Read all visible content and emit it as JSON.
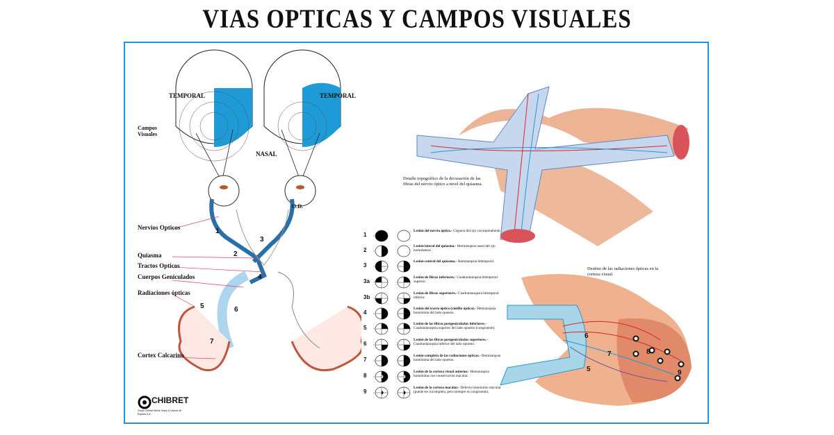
{
  "title": "VIAS OPTICAS Y CAMPOS VISUALES",
  "left_diagram": {
    "temporal_left": "TEMPORAL",
    "temporal_right": "TEMPORAL",
    "nasal": "NASAL",
    "campos": "Campos Visuales",
    "od": "O.D.",
    "labels": [
      "Nervios Opticos",
      "Quiasma",
      "Tractos Opticos",
      "Cuerpos Geniculados",
      "Radiaciones ópticas",
      "Cortex Calcarino"
    ],
    "numbers": [
      "1",
      "2",
      "3",
      "4",
      "5",
      "6",
      "7"
    ]
  },
  "chiasm_caption": "Detalle topográfico de la decusación de las fibras del nervio óptico a nivel del quiasma.",
  "radiation_caption": "Destino de las radiaciones ópticas en la corteza visual.",
  "radiation_numbers": [
    "6",
    "7",
    "5",
    "8",
    "9"
  ],
  "lesions": [
    {
      "n": "1",
      "title": "Lesión del nervio óptico.-",
      "desc": "Ceguera del ojo correspondiente."
    },
    {
      "n": "2",
      "title": "Lesión lateral del quiasma.-",
      "desc": "Hemianopsia nasal del ojo homolateral."
    },
    {
      "n": "3",
      "title": "Lesión central del quiasma.-",
      "desc": "Hemianopsia bitemporal."
    },
    {
      "n": "3a",
      "title": "Lesión de fibras inferiores.-",
      "desc": "Cuadrantanopsia bitemporal superior."
    },
    {
      "n": "3b",
      "title": "Lesión de fibras superiores.-",
      "desc": "Cuadrantanopsia bitemporal inferior."
    },
    {
      "n": "4",
      "title": "Lesión del tracto óptico (cintilla óptica).-",
      "desc": "Hemianopsia homónima del lado opuesto."
    },
    {
      "n": "5",
      "title": "Lesión de las fibras postgeniculadas inferiores.-",
      "desc": "Cuadrantanopsia superior del lado opuesto (congruente)."
    },
    {
      "n": "6",
      "title": "Lesión de las fibras postgeniculadas superiores.-",
      "desc": "Cuadrantanopsia inferior del lado opuesto."
    },
    {
      "n": "7",
      "title": "Lesión completa de las radiaciones ópticas.-",
      "desc": "Hemianopsia homónima del lado opuesto."
    },
    {
      "n": "8",
      "title": "Lesión de la corteza visual anterior.-",
      "desc": "Hemianopsia homónima con conservación macular."
    },
    {
      "n": "9",
      "title": "Lesión de la corteza macular.-",
      "desc": "Defecto homónimo macular (puede ser incompleta, pero siempre es congruente)."
    }
  ],
  "logo": {
    "name": "CHIBRET",
    "sub": "Grupo Chibret Merck Sharp & Dohme de España S.A."
  },
  "colors": {
    "blue": "#1e9ad6",
    "frame": "#2a8fd6",
    "flesh": "#e8a07a",
    "cortex": "#c0553a"
  }
}
